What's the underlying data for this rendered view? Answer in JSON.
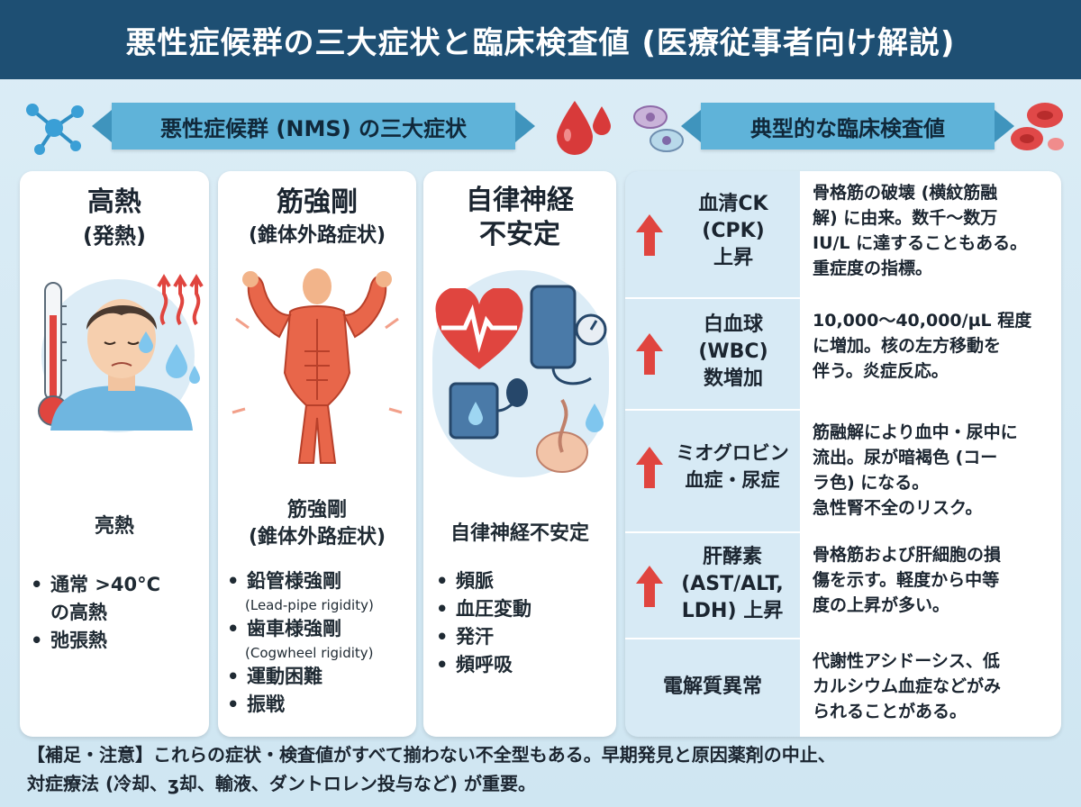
{
  "title": "悪性症候群の三大症状と臨床検査値 (医療従事者向け解説)",
  "left_banner": "悪性症候群 (NMS) の三大症状",
  "right_banner": "典型的な臨床検査値",
  "colors": {
    "title_bg": "#1e4f73",
    "banner": "#5fb3d9",
    "arrow_up": "#e0453f",
    "lab_bg": "#b9d9ea"
  },
  "symptoms": [
    {
      "heading": [
        "高熱",
        "(発熱)"
      ],
      "section_title": "亮熱",
      "bullets": [
        {
          "text": "通常 >40°C",
          "cont": "の高熱"
        },
        {
          "text": "弛張熱"
        }
      ],
      "icons": [
        "thermometer-icon",
        "sweating-person-icon",
        "heat-waves-icon",
        "sweat-drop-icon"
      ]
    },
    {
      "heading": [
        "筋強剛",
        "(錐体外路症状)"
      ],
      "section_title": [
        "筋強剛",
        "(錐体外路症状)"
      ],
      "bullets": [
        {
          "text": "鉛管様強剛",
          "sub": "(Lead-pipe rigidity)"
        },
        {
          "text": "歯車様強剛",
          "sub": "(Cogwheel rigidity)"
        },
        {
          "text": "運動困難"
        },
        {
          "text": "振戦"
        }
      ],
      "icons": [
        "muscle-figure-icon"
      ]
    },
    {
      "heading": [
        "自律神経",
        "不安定"
      ],
      "section_title": "自律神経不安定",
      "bullets": [
        {
          "text": "頻脈"
        },
        {
          "text": "血圧変動"
        },
        {
          "text": "発汗"
        },
        {
          "text": "頻呼吸"
        }
      ],
      "icons": [
        "heart-pulse-icon",
        "blood-pressure-monitor-icon",
        "sweat-gland-icon"
      ]
    }
  ],
  "labs": [
    {
      "name": [
        "血清CK",
        "(CPK)",
        "上昇"
      ],
      "arrow": true,
      "desc": [
        "骨格筋の破壊 (横紋筋融",
        "解) に由来。数千〜数万",
        "IU/L に達することもある。",
        "重症度の指標。"
      ]
    },
    {
      "name": [
        "白血球",
        "(WBC)",
        "数増加"
      ],
      "arrow": true,
      "desc": [
        "10,000〜40,000/µL 程度",
        "に増加。核の左方移動を",
        "伴う。炎症反応。"
      ]
    },
    {
      "name": [
        "ミオグロビン",
        "血症・尿症"
      ],
      "arrow": true,
      "desc": [
        "筋融解により血中・尿中に",
        "流出。尿が暗褐色 (コー",
        "ラ色) になる。",
        "急性腎不全のリスク。"
      ]
    },
    {
      "name": [
        "肝酵素",
        "(AST/ALT,",
        "LDH) 上昇"
      ],
      "arrow": true,
      "desc": [
        "骨格筋および肝細胞の損",
        "傷を示す。軽度から中等",
        "度の上昇が多い。"
      ]
    },
    {
      "name": [
        "電解質異常"
      ],
      "arrow": false,
      "desc": [
        "代謝性アシドーシス、低",
        "カルシウム血症などがみ",
        "られることがある。"
      ]
    }
  ],
  "footnote": [
    "【補足・注意】これらの症状・検査値がすべて揃わない不全型もある。早期発見と原因薬剤の中止、",
    "対症療法 (冷却、ʒ却、輸液、ダントロレン投与など) が重要。"
  ]
}
